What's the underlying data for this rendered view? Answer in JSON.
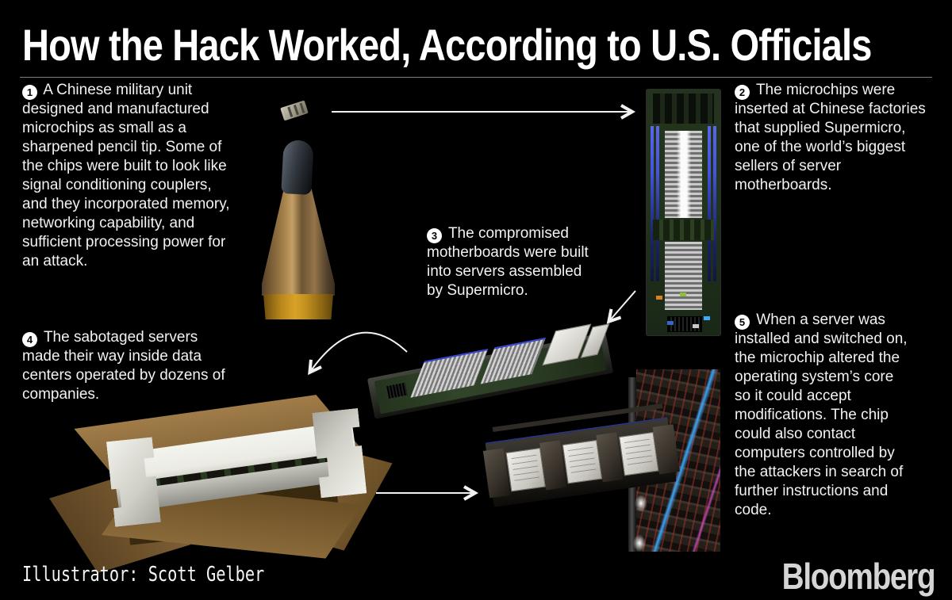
{
  "header": {
    "title": "How the Hack Worked, According to U.S. Officials"
  },
  "steps": [
    {
      "num": "1",
      "text": "A Chinese military unit designed and manufactured microchips as small as a sharpened pencil tip. Some of the chips were built to look like signal conditioning couplers, and they incorporated memory, networking capability, and sufficient processing power for an attack."
    },
    {
      "num": "2",
      "text": "The microchips were inserted at Chinese factories that supplied Supermicro, one of the world’s biggest sellers of server motherboards."
    },
    {
      "num": "3",
      "text": "The compromised motherboards were built into servers assembled by Supermicro."
    },
    {
      "num": "4",
      "text": "The sabotaged servers made their way inside data centers operated by dozens of companies."
    },
    {
      "num": "5",
      "text": "When a server was installed and switched on, the microchip altered the operating system’s core so it could accept modifications. The chip could also contact computers controlled by the attackers in search of further instructions and code."
    }
  ],
  "illustrations": {
    "microchip": "tiny surface-mount microchip",
    "pencil": "sharpened pencil tip, point up",
    "motherboard": "vertical server motherboard with heatsinks and RAM slots",
    "server_blade": "assembled server blade board",
    "shipping_box": "open cardboard box with foam-packed server",
    "server_rack": "server sled sliding into data-center rack"
  },
  "icons": {
    "arrow_chip_to_motherboard": "straight right arrow",
    "arrow_motherboard_to_server": "diagonal down-left arrow",
    "arrow_server_to_box": "curved down-left arrow",
    "arrow_box_to_rack": "straight right arrow",
    "step_badge": "white filled circle with black number"
  },
  "footer": {
    "credit": "Illustrator: Scott Gelber",
    "brand": "Bloomberg"
  },
  "colors": {
    "bg": "#000000",
    "title": "#ffffff",
    "text": "#f2f2f2",
    "divider": "#7d7d7d",
    "badge-bg": "#ffffff",
    "badge-fg": "#000000",
    "brand": "#d5d5d5",
    "arrow": "#f2f2f2",
    "graphite": "#32383f",
    "paint": "#d9a226",
    "pcb": "#22351c",
    "heatsink": "#c9c9c9",
    "ram-blue": "#4553de",
    "cardboard": "#8a6a3e",
    "foam": "#ebebe4",
    "led-blue": "#3fa9ff",
    "led-red": "#a8322a",
    "led-magenta": "#d84fd0"
  }
}
